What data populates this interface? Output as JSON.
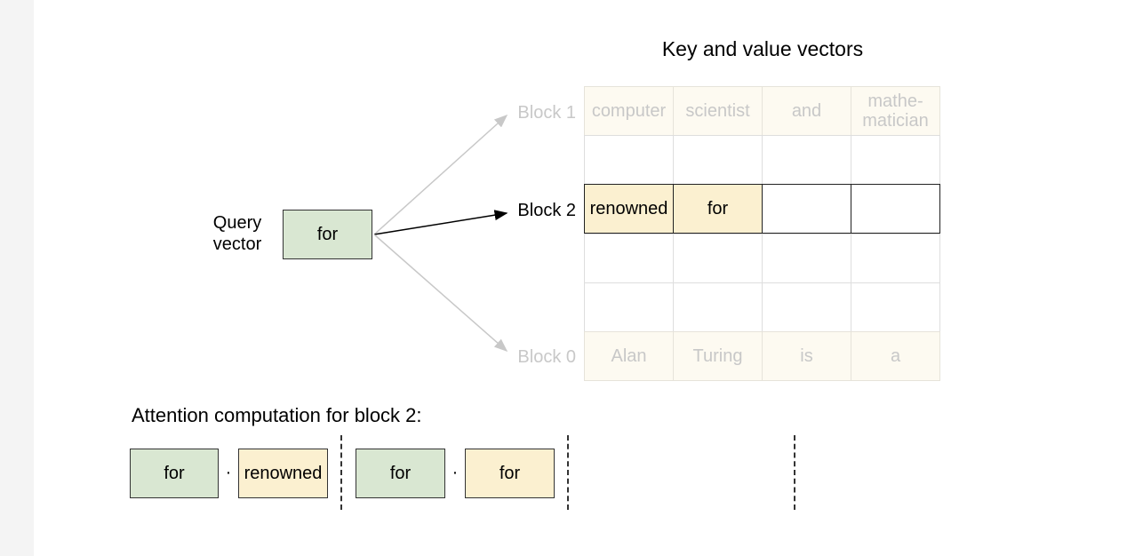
{
  "title": "Key and value vectors",
  "query": {
    "label_line1": "Query",
    "label_line2": "vector",
    "token": "for"
  },
  "blocks": [
    {
      "label": "Block 1",
      "tokens": [
        "computer",
        "scientist",
        "and",
        "mathe-\nmatician"
      ],
      "state": "faded"
    },
    {
      "label": "",
      "tokens": [
        "",
        "",
        "",
        ""
      ],
      "state": "blank"
    },
    {
      "label": "Block 2",
      "tokens": [
        "renowned",
        "for",
        "",
        ""
      ],
      "state": "active"
    },
    {
      "label": "",
      "tokens": [
        "",
        "",
        "",
        ""
      ],
      "state": "blank"
    },
    {
      "label": "",
      "tokens": [
        "",
        "",
        "",
        ""
      ],
      "state": "blank"
    },
    {
      "label": "Block 0",
      "tokens": [
        "Alan",
        "Turing",
        "is",
        "a"
      ],
      "state": "faded"
    }
  ],
  "attention": {
    "title": "Attention computation for block 2:",
    "pairs": [
      {
        "query": "for",
        "key": "renowned"
      },
      {
        "query": "for",
        "key": "for"
      }
    ],
    "operator": "·"
  },
  "colors": {
    "query_fill": "#d9e7d2",
    "key_fill": "#fbf0d0",
    "faded_fill": "#fdfaf1",
    "active_arrow": "#000000",
    "inactive_arrow": "#c8c8c8"
  }
}
